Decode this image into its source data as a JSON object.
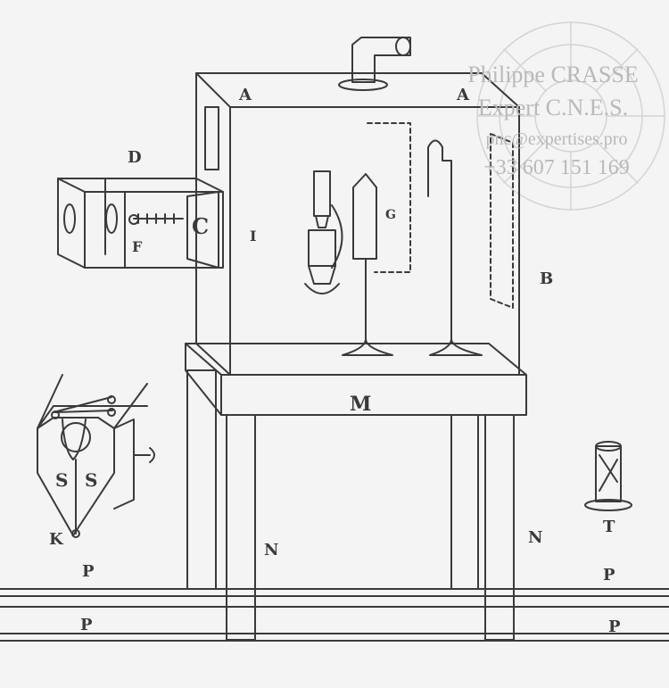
{
  "watermark": {
    "name": "Philippe CRASSE",
    "role": "Expert C.N.E.S.",
    "email": "pnc@expertises.pro",
    "phone": "+33 607 151 169"
  },
  "labels": {
    "A_left": "A",
    "A_right": "A",
    "B": "B",
    "C": "C",
    "D": "D",
    "F": "F",
    "G": "G",
    "I": "I",
    "M": "M",
    "N_left": "N",
    "N_right": "N",
    "S_left": "S",
    "S_right": "S",
    "K": "K",
    "T": "T",
    "P_left_upper": "P",
    "P_left_lower": "P",
    "P_right_upper": "P",
    "P_right_lower": "P"
  },
  "colors": {
    "ink": "#3a3a3a",
    "paper": "#f4f4f4",
    "watermark": "#b9b9b9"
  }
}
